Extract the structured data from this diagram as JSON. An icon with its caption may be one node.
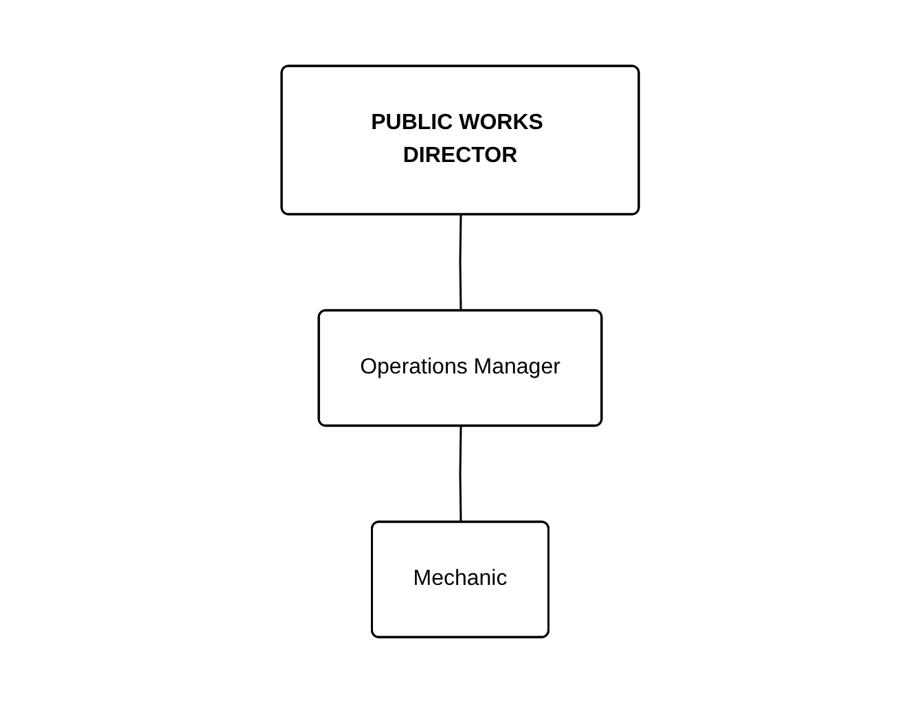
{
  "diagram": {
    "nodes": [
      {
        "text": [
          "PUBLIC WORKS DIRECTOR"
        ]
      },
      {
        "text": [
          "Operations Manager"
        ]
      },
      {
        "text": [
          "Mechanic"
        ]
      }
    ],
    "edges": [
      {
        "from": 0,
        "to": 1,
        "arrow": "none"
      },
      {
        "from": 1,
        "to": 2,
        "arrow": "none"
      }
    ]
  }
}
